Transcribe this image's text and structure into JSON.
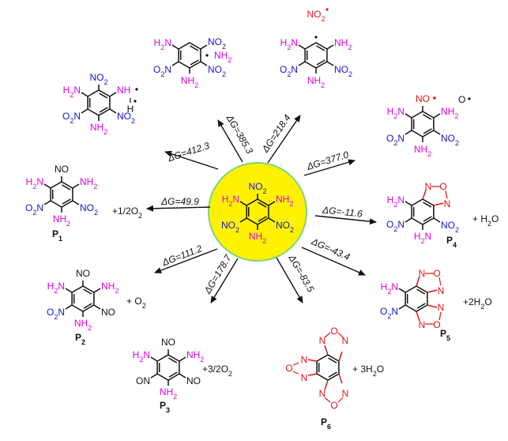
{
  "colors": {
    "amino": "#e000e0",
    "nitro": "#1515cc",
    "nitroso": "#111111",
    "radical": "#e01515",
    "furazan": "#e01515",
    "bond": "#111111",
    "center_fill": "#fff200",
    "center_ring": "#7ed37e",
    "text": "#111111"
  },
  "center": {
    "top": "NO2",
    "upper_right": "NH2",
    "lower_right": "NO2",
    "bottom": "NH2",
    "lower_left": "NO2",
    "upper_left": "H2N"
  },
  "arrows": [
    {
      "id": "dg-412-3",
      "label": "ΔG=412.3"
    },
    {
      "id": "dg-385-3",
      "label": "ΔG=385.3"
    },
    {
      "id": "dg-218-4",
      "label": "ΔG=218.4"
    },
    {
      "id": "dg-377-0",
      "label": "ΔG=377.0"
    },
    {
      "id": "dg-49-9",
      "label": "ΔG=49.9"
    },
    {
      "id": "dg-minus-11-6",
      "label": "ΔG=-11.6"
    },
    {
      "id": "dg-111-2",
      "label": "ΔG=111.2"
    },
    {
      "id": "dg-minus-43-4",
      "label": "ΔG=-43.4"
    },
    {
      "id": "dg-178-7",
      "label": "ΔG=178.7"
    },
    {
      "id": "dg-minus-83-5",
      "label": "ΔG=-83.5"
    }
  ],
  "products": {
    "nh_radical": {
      "top": "NO2",
      "upper_right": "NH",
      "h": "H",
      "lower_right": "NO2",
      "bottom": "NH2",
      "lower_left": "O2N",
      "upper_left": "H2N"
    },
    "ring_radical": {
      "top": "NO2",
      "upper_right": "NH2",
      "lower_right": "NO2",
      "bottom": "NH2",
      "lower_left": "O2N",
      "upper_left": "H2N"
    },
    "no2_radical": {
      "top": "NO2",
      "upper_right": "NH2",
      "lower_right": "NO2",
      "bottom": "NH2",
      "lower_left": "O2N",
      "upper_left": "H2N"
    },
    "no_o_radical": {
      "top": "NO",
      "o_radical": "O",
      "upper_right": "NH2",
      "lower_right": "NO2",
      "bottom": "NH2",
      "lower_left": "O2N",
      "upper_left": "H2N"
    },
    "p1": {
      "label": "P1",
      "side": "+1/2O2",
      "top": "NO",
      "upper_right": "NH2",
      "lower_right": "NO2",
      "bottom": "NH2",
      "lower_left": "O2N",
      "upper_left": "H2N"
    },
    "p2": {
      "label": "P2",
      "side": "+ O2",
      "top": "NO",
      "upper_right": "NH2",
      "lower_right": "NO",
      "bottom": "NH2",
      "lower_left": "O2N",
      "upper_left": "H2N"
    },
    "p3": {
      "label": "P3",
      "side": "+3/2O2",
      "top": "NO",
      "upper_right": "NH2",
      "lower_right": "NO",
      "bottom": "NH2",
      "lower_left": "ON",
      "upper_left": "H2N"
    },
    "p4": {
      "label": "P4",
      "side": "+ H2O",
      "upper_left": "H2N",
      "lower_left": "O2N",
      "bottom": "H2N",
      "lower_right": "NO2",
      "furazan_n": "N",
      "furazan_o": "O"
    },
    "p5": {
      "label": "P5",
      "side": "+2H2O",
      "upper_left": "H2N",
      "lower_left": "O2N",
      "furazan_n": "N",
      "furazan_o": "O"
    },
    "p6": {
      "label": "P6",
      "side": "+ 3H2O",
      "furazan_n": "N",
      "furazan_o": "O"
    }
  }
}
